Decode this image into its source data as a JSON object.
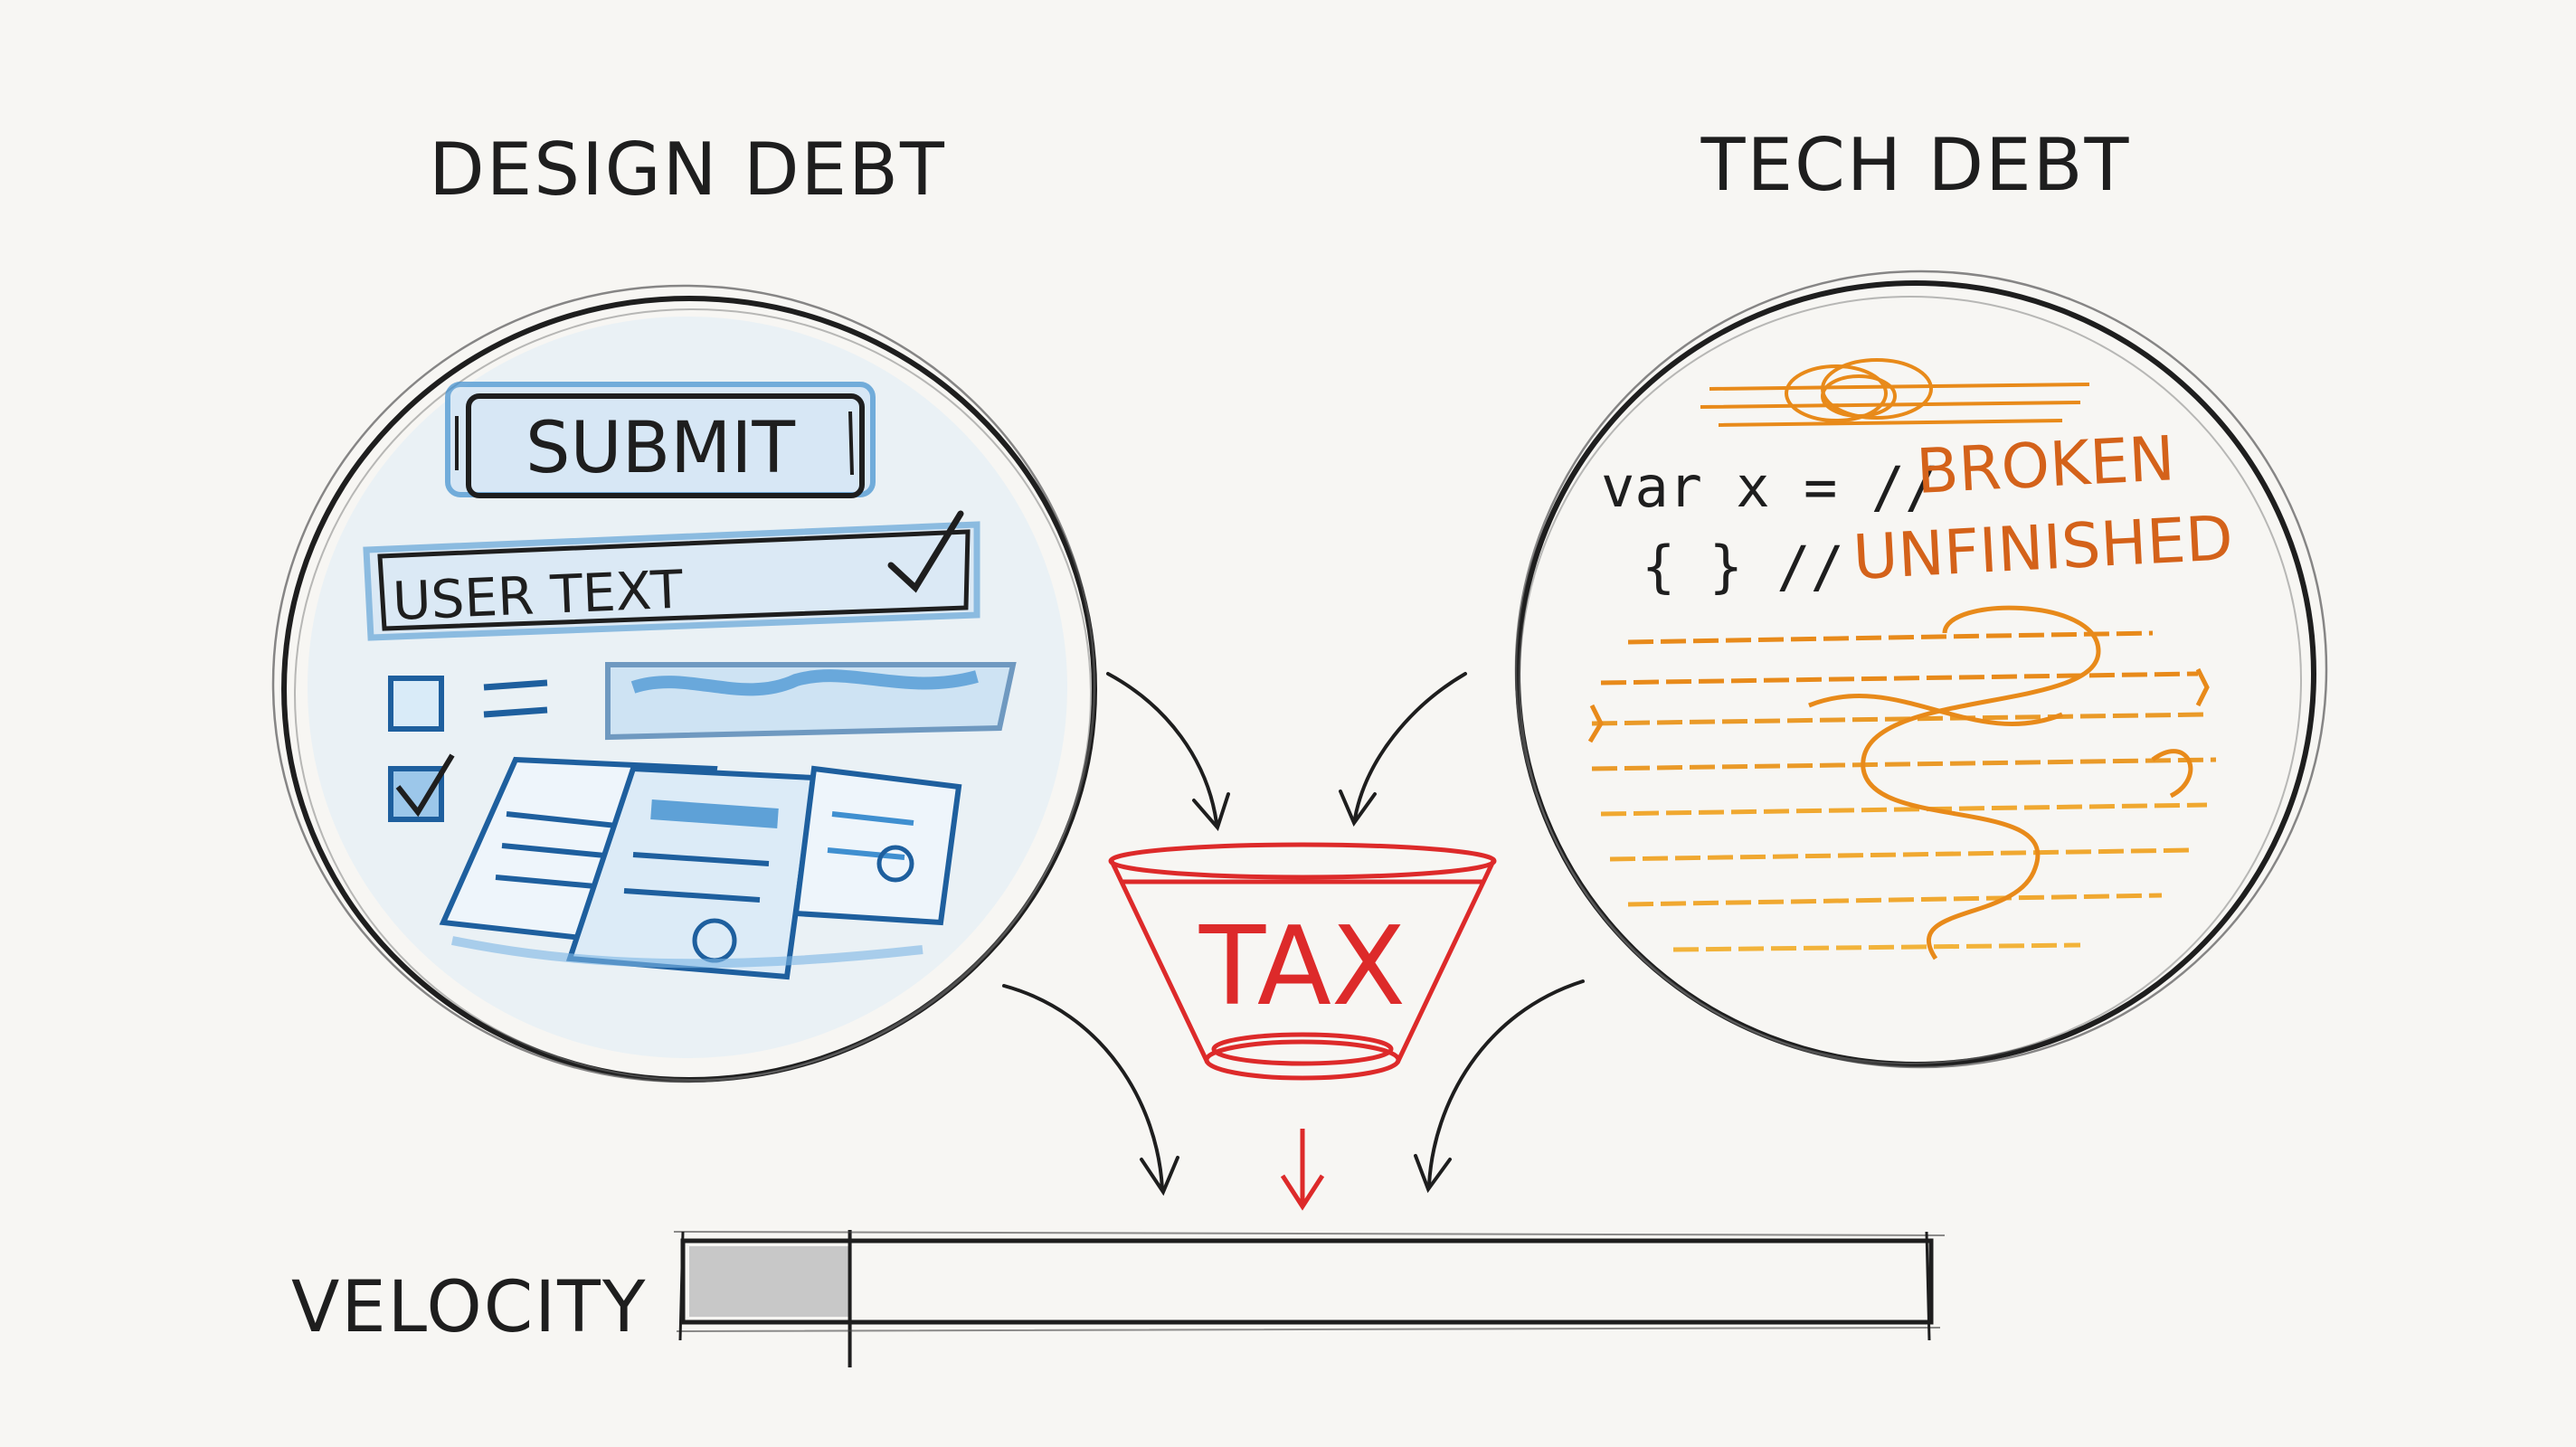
{
  "labels": {
    "design_debt": "DESIGN DEBT",
    "tech_debt": "TECH DEBT",
    "tax": "TAX",
    "velocity": "VELOCITY"
  },
  "design_circle": {
    "submit_label": "SUBMIT",
    "user_text": "USER TEXT"
  },
  "tech_circle": {
    "code_line_1": "var x = //",
    "comment_1": "BROKEN",
    "code_line_2": "{ } //",
    "comment_2": "UNFINISHED"
  },
  "velocity_bar": {
    "fill_fraction": 0.13
  },
  "colors": {
    "ink": "#1e1e1e",
    "design_blue": "#3f8fd0",
    "tech_orange": "#e88a1a",
    "comment_orange": "#d4621a",
    "tax_red": "#dd2a2a",
    "bar_fill": "#c8c8c8",
    "paper": "#f7f6f3"
  }
}
